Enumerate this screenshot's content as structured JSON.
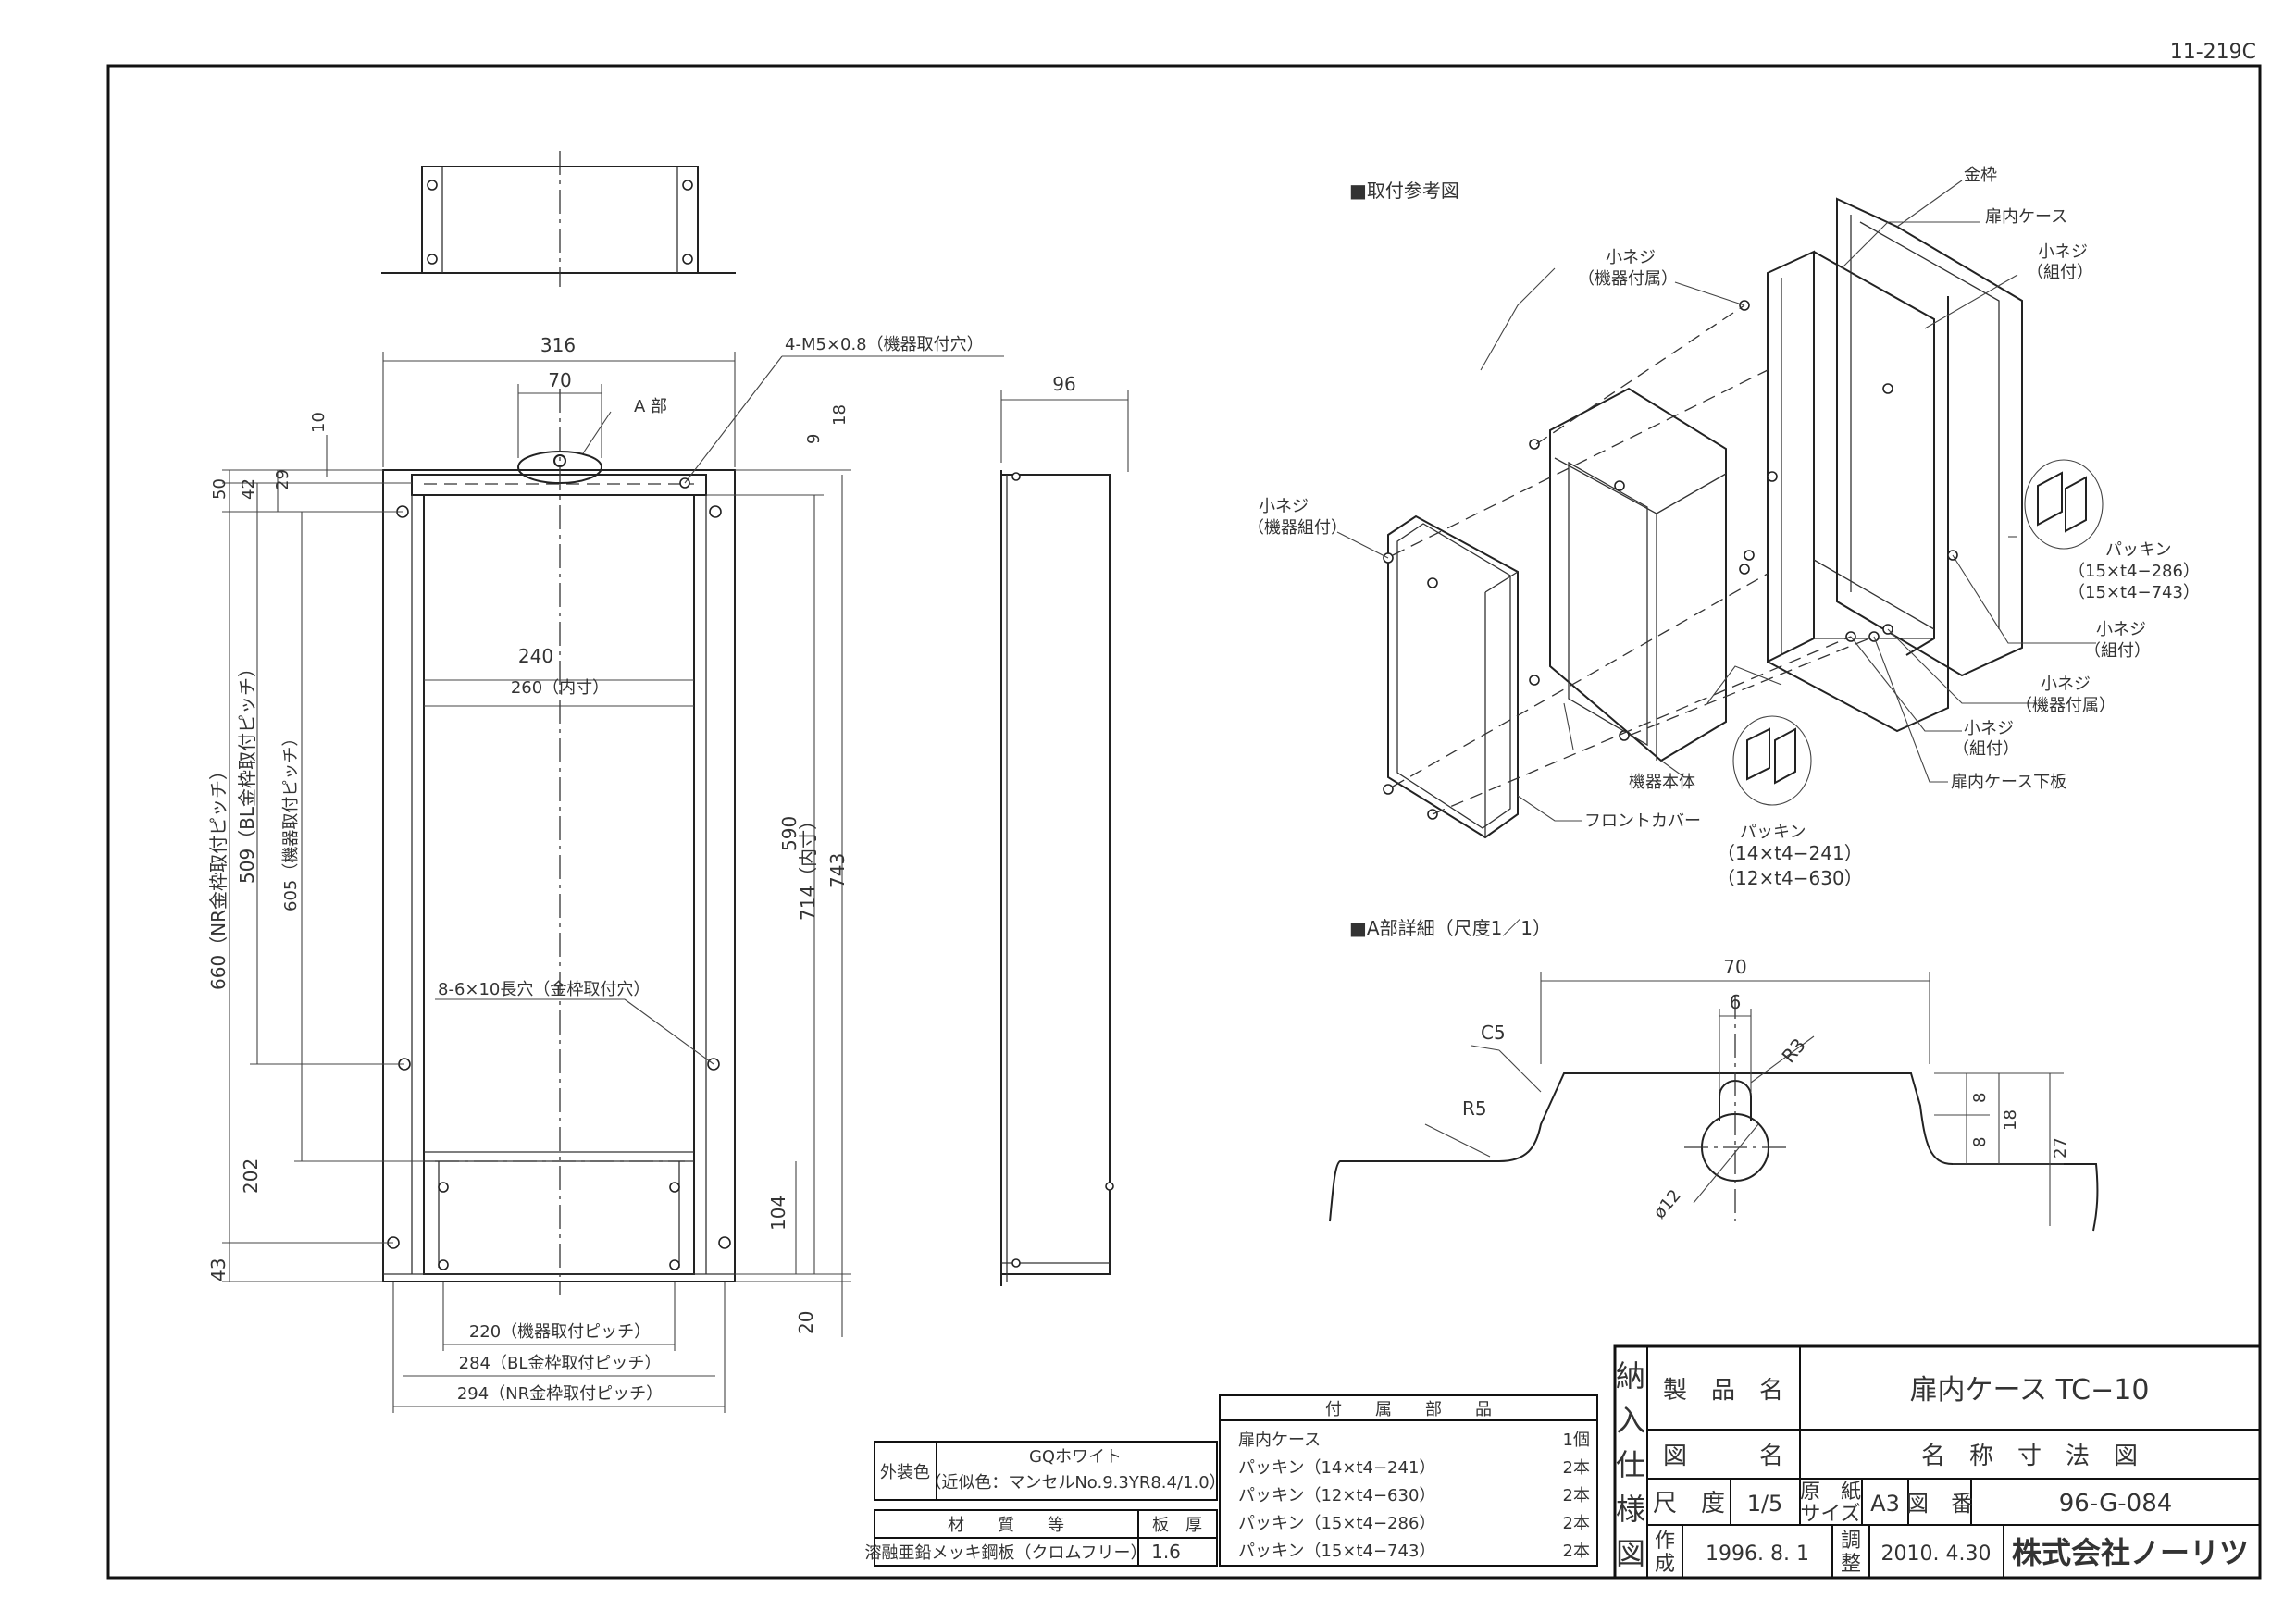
{
  "sheet": {
    "code": "11-219C"
  },
  "front_view": {
    "dim_width": "316",
    "dim_slot_width": "70",
    "label_part_a": "A 部",
    "note_mount_holes": "4-M5×0.8（機器取付穴）",
    "dim_10": "10",
    "dim_9": "9",
    "dim_18": "18",
    "dim_50": "50",
    "dim_42": "42",
    "dim_29": "29",
    "dim_240": "240",
    "dim_260": "260（内寸）",
    "dim_660": "660（NR金枠取付ピッチ）",
    "dim_509": "509（BL金枠取付ピッチ）",
    "dim_605": "605（機器取付ピッチ）",
    "dim_590": "590",
    "dim_714": "714（内寸）",
    "dim_743": "743",
    "note_slots": "8-6×10長穴（金枠取付穴）",
    "dim_202": "202",
    "dim_104": "104",
    "dim_43": "43",
    "dim_20": "20",
    "dim_220": "220（機器取付ピッチ）",
    "dim_284": "284（BL金枠取付ピッチ）",
    "dim_294": "294（NR金枠取付ピッチ）"
  },
  "side_view": {
    "dim_depth": "96"
  },
  "install_ref": {
    "title": "■取付参考図",
    "label_frame": "金枠",
    "label_case": "扉内ケース",
    "label_screw_assembled": "小ネジ",
    "label_assembled": "（組付）",
    "label_screw_device": "小ネジ",
    "label_device_attached": "（機器付属）",
    "label_screw_device_assembly": "小ネジ",
    "label_device_assembly": "（機器組付）",
    "label_packing_r": "パッキン",
    "label_packing_r1": "（15×t4−286）",
    "label_packing_r2": "（15×t4−743）",
    "label_screw_r1": "小ネジ",
    "label_assembled_r1": "（組付）",
    "label_screw_r2": "小ネジ",
    "label_device_attached_r2": "（機器付属）",
    "label_screw_r3": "小ネジ",
    "label_assembled_r3": "（組付）",
    "label_bottom_plate": "扉内ケース下板",
    "label_device_body": "機器本体",
    "label_front_cover": "フロントカバー",
    "label_packing_b": "パッキン",
    "label_packing_b1": "（14×t4−241）",
    "label_packing_b2": "（12×t4−630）"
  },
  "detail_a": {
    "title": "■A部詳細（尺度1／1）",
    "dim_70": "70",
    "dim_6": "6",
    "label_c5": "C5",
    "label_r3": "R3",
    "label_r5": "R5",
    "dim_8a": "8",
    "dim_8b": "8",
    "dim_18": "18",
    "dim_27": "27",
    "label_dia12": "ø12"
  },
  "finish_table": {
    "color_label": "外装色",
    "color_name": "GQホワイト",
    "color_note": "（近似色：マンセルNo.9.3YR8.4/1.0）",
    "material_header": "材　　質　　等",
    "thickness_header": "板　厚",
    "material": "溶融亜鉛メッキ鋼板（クロムフリー）",
    "thickness": "1.6"
  },
  "parts_table": {
    "header": "付　　属　　部　　品",
    "rows": [
      {
        "name": "扉内ケース",
        "qty": "1個"
      },
      {
        "name": "パッキン（14×t4−241）",
        "qty": "2本"
      },
      {
        "name": "パッキン（12×t4−630）",
        "qty": "2本"
      },
      {
        "name": "パッキン（15×t4−286）",
        "qty": "2本"
      },
      {
        "name": "パッキン（15×t4−743）",
        "qty": "2本"
      }
    ]
  },
  "title_block": {
    "side_chars": [
      "納",
      "入",
      "仕",
      "様",
      "図"
    ],
    "product_name_label": "製　品　名",
    "product_name": "扉内ケース TC−10",
    "drawing_name_label": "図　　　名",
    "drawing_name": "名　称　寸　法　図",
    "scale_label": "尺　度",
    "scale": "1/5",
    "paper_label_1": "原　紙",
    "paper_label_2": "サイズ",
    "paper_size": "A3",
    "drawing_no_label": "図　番",
    "drawing_no": "96-G-084",
    "created_label_1": "作",
    "created_label_2": "成",
    "created_date": "1996. 8. 1",
    "adjusted_label_1": "調",
    "adjusted_label_2": "整",
    "adjusted_date": "2010. 4.30",
    "company": "株式会社ノーリツ"
  }
}
